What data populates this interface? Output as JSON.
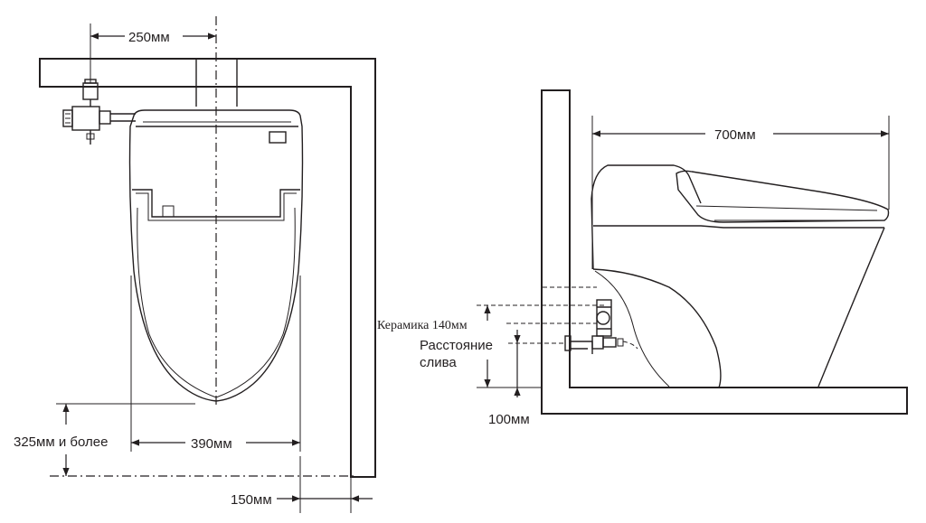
{
  "labels": {
    "pipe_offset": "250мм",
    "toilet_width": "390мм",
    "front_clearance": "325мм и более",
    "side_clearance": "150мм",
    "depth": "700мм",
    "ceramic_height": "Керамика 140мм",
    "drain_distance_line1": "Расстояние",
    "drain_distance_line2": "слива",
    "drain_height": "100мм"
  }
}
